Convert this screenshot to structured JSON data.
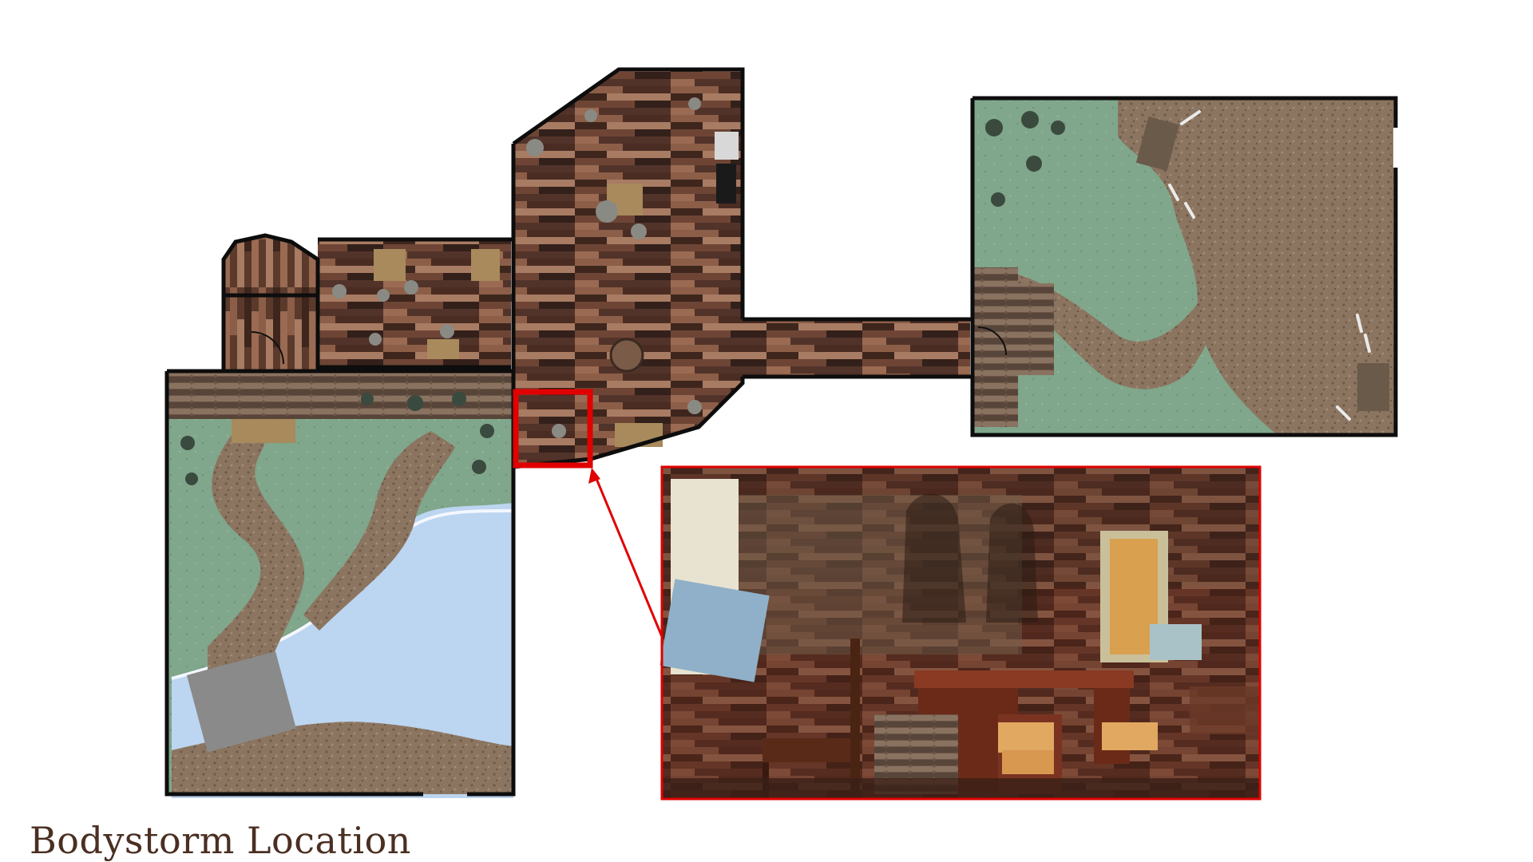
{
  "caption": "Bodystorm Location",
  "colors": {
    "wall": "#0d0d0d",
    "grass": "#7fa58a",
    "dirt": "#8a7461",
    "water": "#bcd5f0",
    "plank_dark": "#4b3024",
    "plank_light": "#9c6e55",
    "highlight": "#e00000",
    "caption": "#4a2f22"
  },
  "map_elements": [
    "west-garden",
    "west-small-room",
    "storage-room",
    "main-hall",
    "east-corridor",
    "east-garden",
    "highlight-box",
    "interior-render"
  ],
  "interior_render": {
    "icons": [
      "painting-icon",
      "desk-icon",
      "chair-icon",
      "window-icon",
      "log-stack-icon"
    ]
  }
}
